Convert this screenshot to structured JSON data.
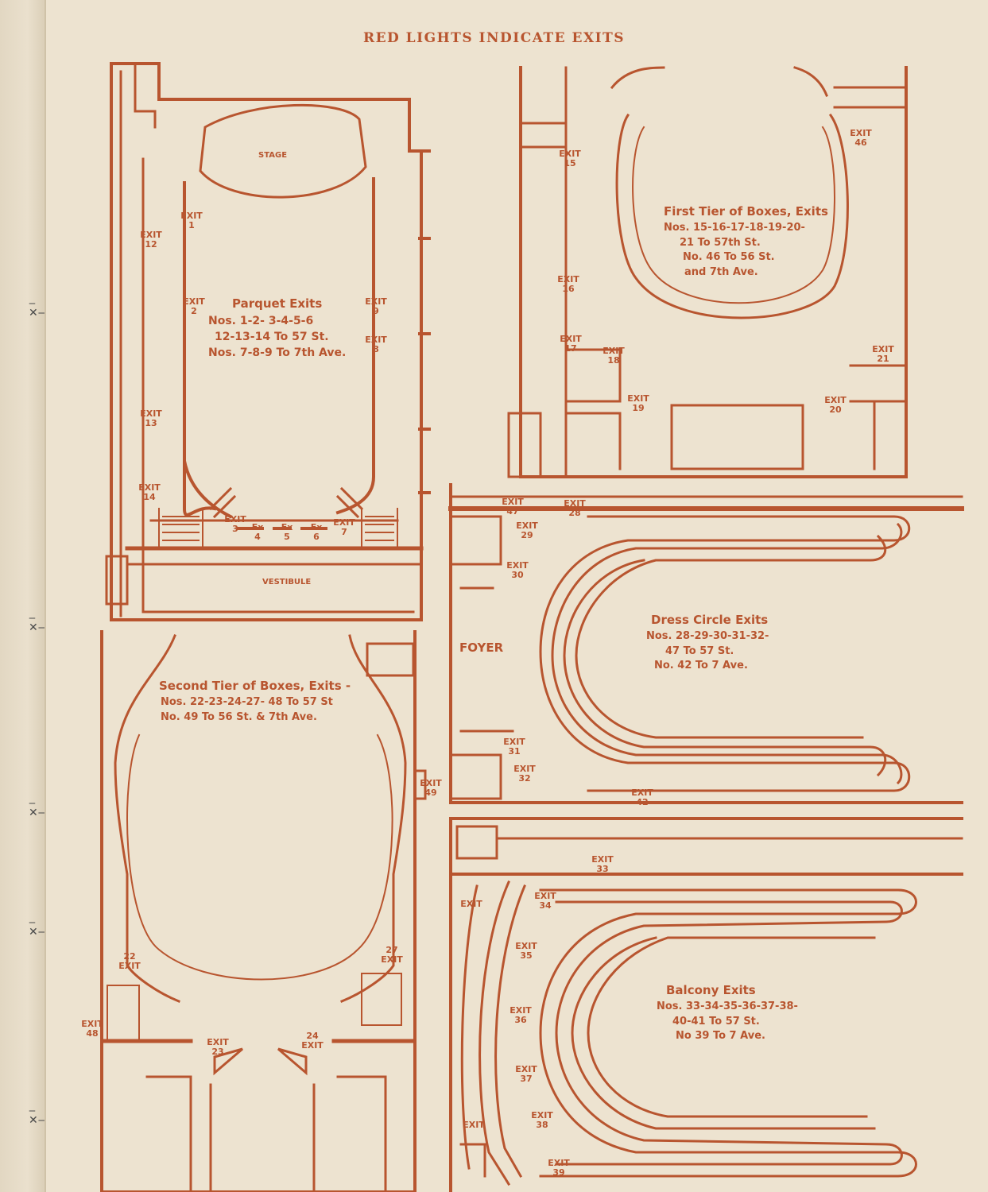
{
  "page": {
    "title": "RED LIGHTS INDICATE EXITS"
  },
  "parquet": {
    "stage": "STAGE",
    "vestibule": "VESTIBULE",
    "heading": "Parquet Exits",
    "lines": [
      "Nos. 1-2- 3-4-5-6",
      "12-13-14 To 57 St.",
      "Nos. 7-8-9 To 7th Ave."
    ],
    "exits": {
      "e1": "EXIT 1",
      "e2": "EXIT 2",
      "e3": "EXIT 3",
      "e4": "Ex 4",
      "e5": "Ex 5",
      "e6": "Ex 6",
      "e7": "EXIT 7",
      "e8": "EXIT 8",
      "e9": "EXIT 9",
      "e12": "EXIT 12",
      "e13": "EXIT 13",
      "e14": "EXIT 14"
    }
  },
  "first_tier": {
    "heading": "First Tier of Boxes, Exits",
    "lines": [
      "Nos. 15-16-17-18-19-20-",
      "21 To 57th St.",
      "No. 46 To 56 St.",
      "and 7th Ave."
    ],
    "exits": {
      "e15": "EXIT 15",
      "e16": "EXIT 16",
      "e17": "EXIT 17",
      "e18": "EXIT 18",
      "e19": "EXIT 19",
      "e20": "EXIT 20",
      "e21": "EXIT 21",
      "e46": "EXIT 46"
    }
  },
  "dress_circle": {
    "foyer": "FOYER",
    "heading": "Dress Circle Exits",
    "lines": [
      "Nos. 28-29-30-31-32-",
      "47 To 57 St.",
      "No. 42 To 7 Ave."
    ],
    "exits": {
      "e28": "EXIT 28",
      "e29": "EXIT 29",
      "e30": "EXIT 30",
      "e31": "EXIT 31",
      "e32": "EXIT 32",
      "e42": "EXIT 42",
      "e47": "EXIT 47"
    }
  },
  "second_tier": {
    "heading": "Second Tier of Boxes, Exits -",
    "lines": [
      "Nos. 22-23-24-27- 48 To 57 St",
      "No. 49 To 56 St. & 7th Ave."
    ],
    "exits": {
      "e22": "22 EXIT",
      "e23": "EXIT 23",
      "e24": "24 EXIT",
      "e27": "27 EXIT",
      "e48": "EXIT 48",
      "e49": "EXIT 49"
    }
  },
  "balcony": {
    "heading": "Balcony Exits",
    "lines": [
      "Nos. 33-34-35-36-37-38-",
      "40-41 To 57 St.",
      "No 39 To 7 Ave."
    ],
    "exits": {
      "e33": "EXIT 33",
      "e34": "EXIT 34",
      "e35": "EXIT 35",
      "e36": "EXIT 36",
      "e37": "EXIT 37",
      "e38": "EXIT 38",
      "e39": "EXIT 39",
      "e40": "EXIT",
      "e41": "EXIT"
    }
  },
  "colors": {
    "ink": "#b8552f",
    "paper": "#ede3d0"
  }
}
